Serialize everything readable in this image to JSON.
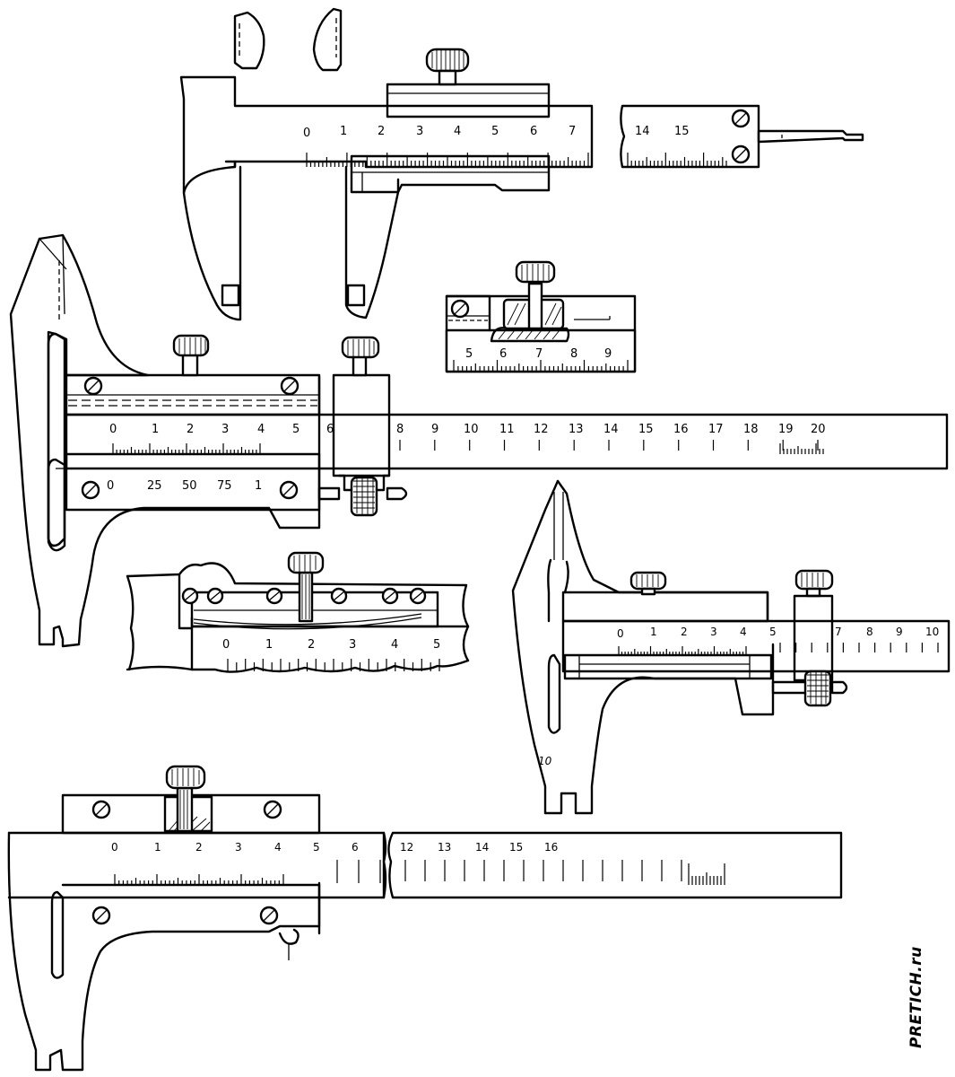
{
  "figures": {
    "top_caliper": {
      "main_scale_labels": [
        "0",
        "1",
        "2",
        "3",
        "4",
        "5",
        "6",
        "7"
      ],
      "tail_scale_labels": [
        "14",
        "15"
      ]
    },
    "inset_detail": {
      "scale_labels": [
        "5",
        "6",
        "7",
        "8",
        "9"
      ]
    },
    "large_caliper": {
      "main_scale_labels": [
        "0",
        "1",
        "2",
        "3",
        "4",
        "5",
        "6",
        "8",
        "9",
        "10",
        "11",
        "12",
        "13",
        "14",
        "15",
        "16",
        "17",
        "18",
        "19",
        "20"
      ],
      "vernier_labels": [
        "0",
        "25",
        "50",
        "75",
        "1"
      ]
    },
    "section_detail": {
      "scale_labels": [
        "0",
        "1",
        "2",
        "3",
        "4",
        "5"
      ]
    },
    "depth_caliper": {
      "main_scale_labels": [
        "0",
        "1",
        "2",
        "3",
        "4",
        "5",
        "7",
        "8",
        "9",
        "10"
      ],
      "jaw_label": "10"
    },
    "bottom_caliper": {
      "main_scale_labels": [
        "0",
        "1",
        "2",
        "3",
        "4",
        "5",
        "6"
      ],
      "tail_scale_labels": [
        "12",
        "13",
        "14",
        "15",
        "16"
      ]
    }
  },
  "watermark": "PRETICH.ru"
}
